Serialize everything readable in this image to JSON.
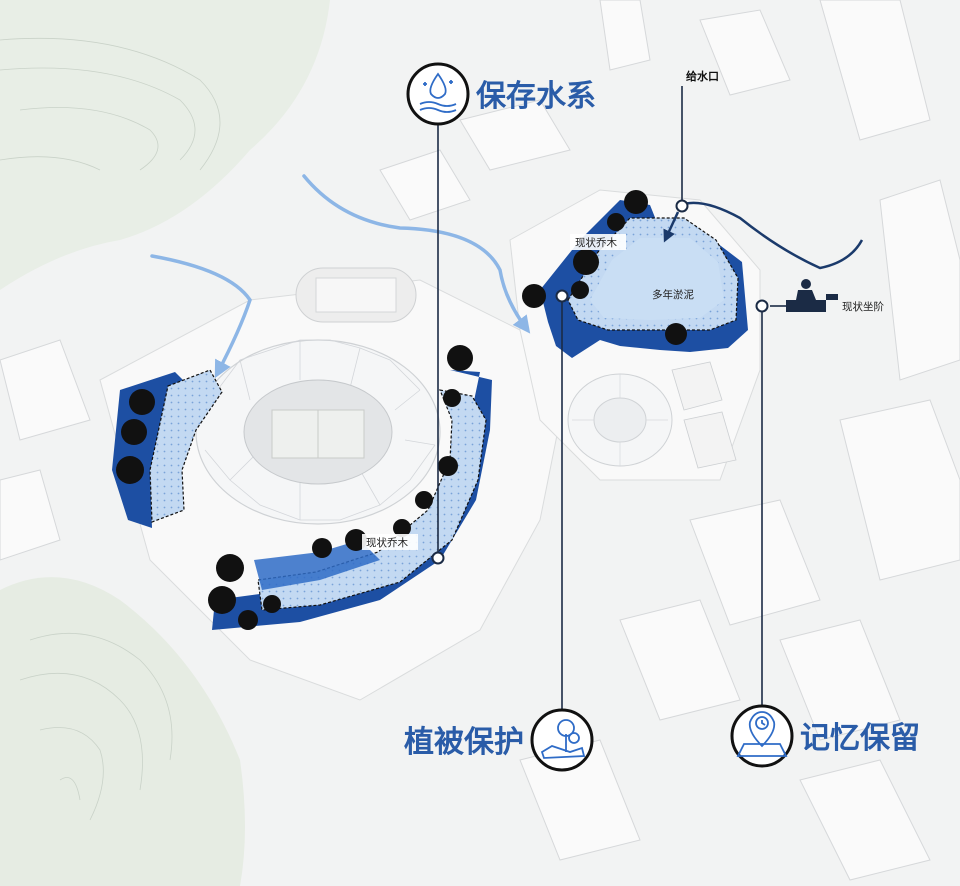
{
  "callouts": {
    "water": "保存水系",
    "vegetation": "植被保护",
    "memory": "记忆保留"
  },
  "labels": {
    "water_inlet": "给水口",
    "existing_trees_1": "现状乔木",
    "existing_trees_2": "现状乔木",
    "silt": "多年淤泥",
    "existing_steps": "现状坐阶"
  },
  "icons": {
    "water": "water-drop-waves-icon",
    "vegetation": "hand-tree-icon",
    "memory": "map-pin-clock-icon",
    "steps": "sitting-person-steps-icon"
  },
  "colors": {
    "accent_dark": "#1d4fa3",
    "accent_mid": "#2f6cc7",
    "water_light": "#b9d4f1",
    "flow_arrow": "#8db6e6",
    "dark_line": "#1b3a6b",
    "ground": "#f2f3f3",
    "hill": "#e6ece6"
  }
}
